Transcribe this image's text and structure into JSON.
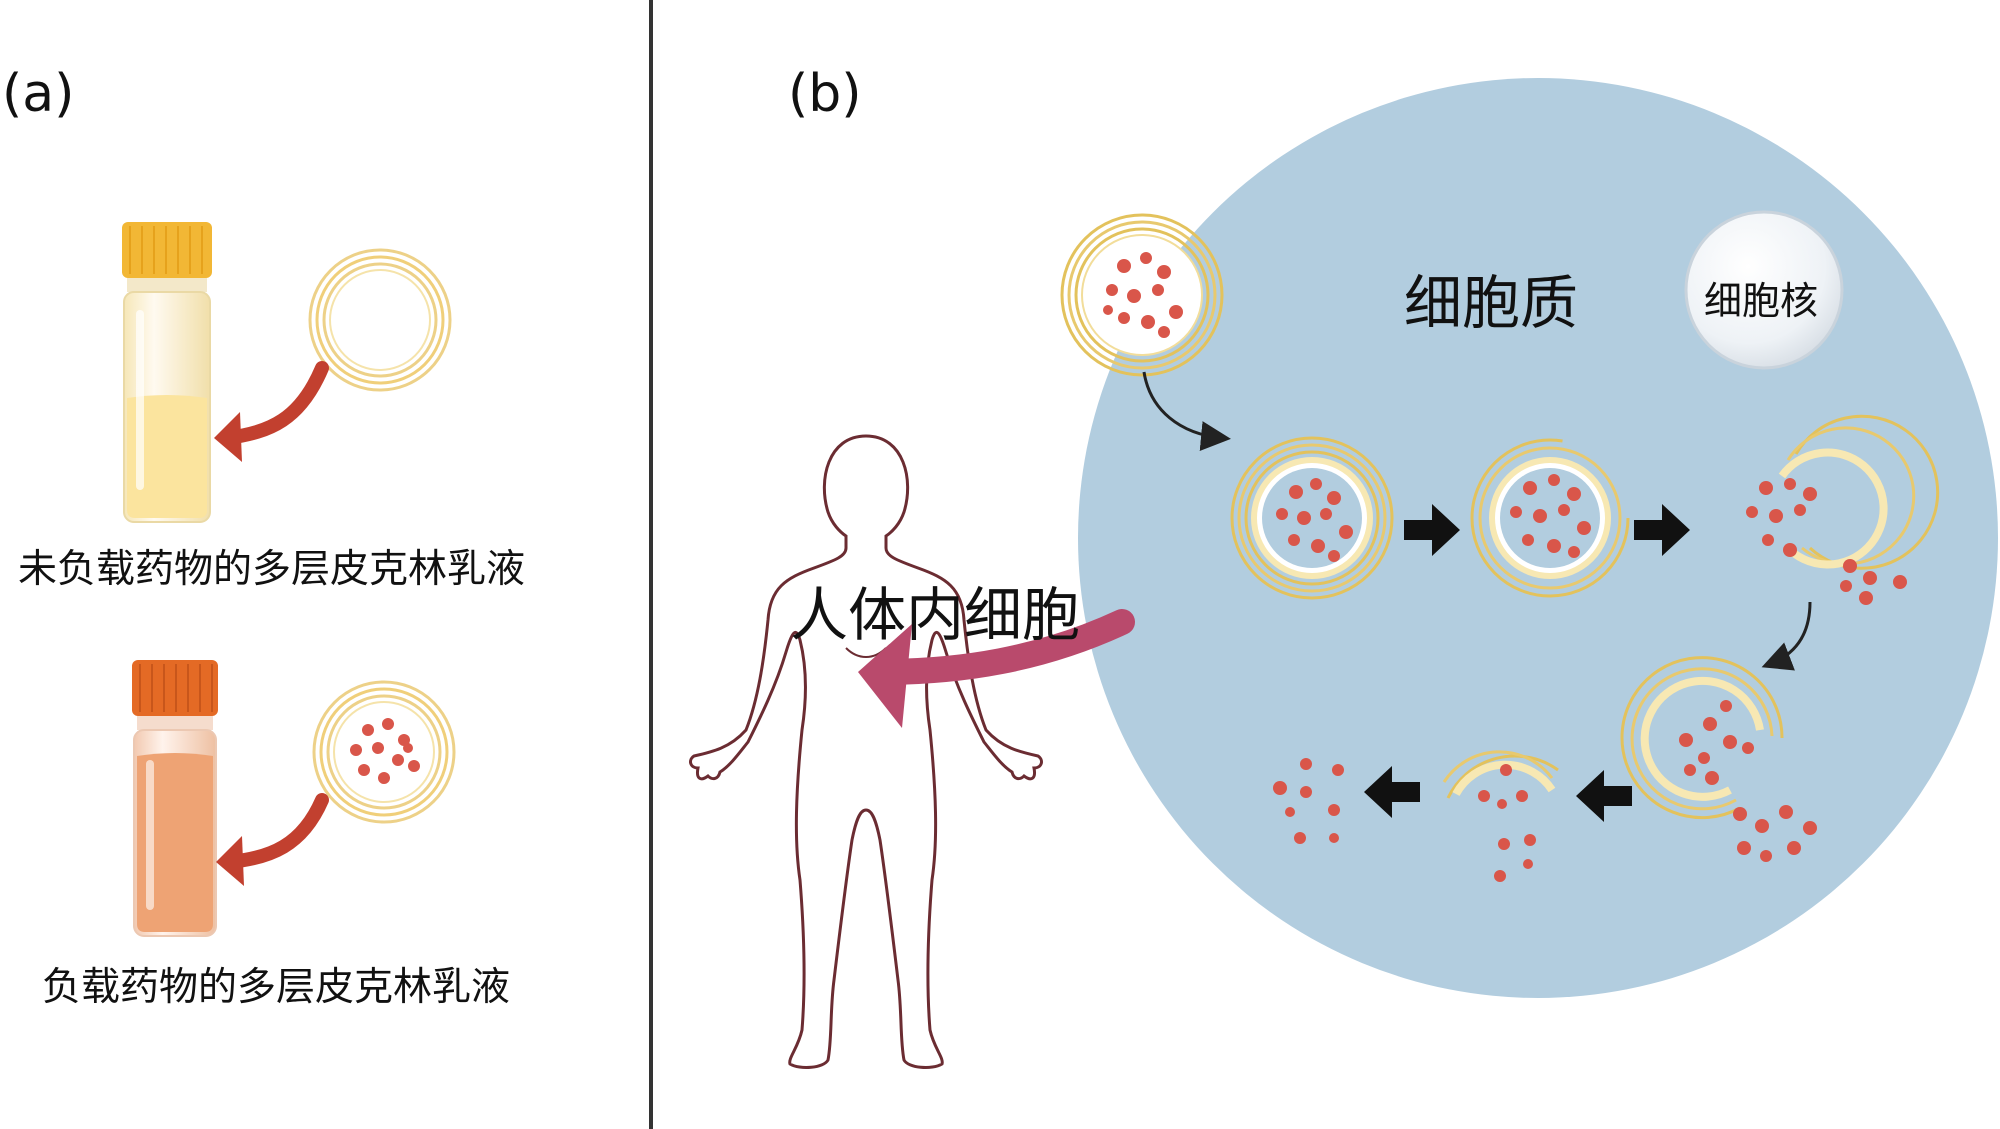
{
  "panels": {
    "a_label": "(a)",
    "b_label": "(b)"
  },
  "panel_a": {
    "unloaded_caption": "未负载药物的多层皮克林乳液",
    "loaded_caption": "负载药物的多层皮克林乳液"
  },
  "panel_b": {
    "cytoplasm_label": "细胞质",
    "nucleus_label": "细胞核",
    "body_label": "人体内细胞"
  },
  "colors": {
    "cell": "#b2cddf",
    "drug_dot": "#d9564a",
    "shell_gold": "#e6c468",
    "arrow_red": "#c2402f",
    "arrow_magenta": "#b94a6c",
    "cap_yellow": "#f2b735",
    "cap_orange": "#e46a25",
    "liquid_yellow": "#fbe49e",
    "liquid_orange": "#eea374"
  }
}
